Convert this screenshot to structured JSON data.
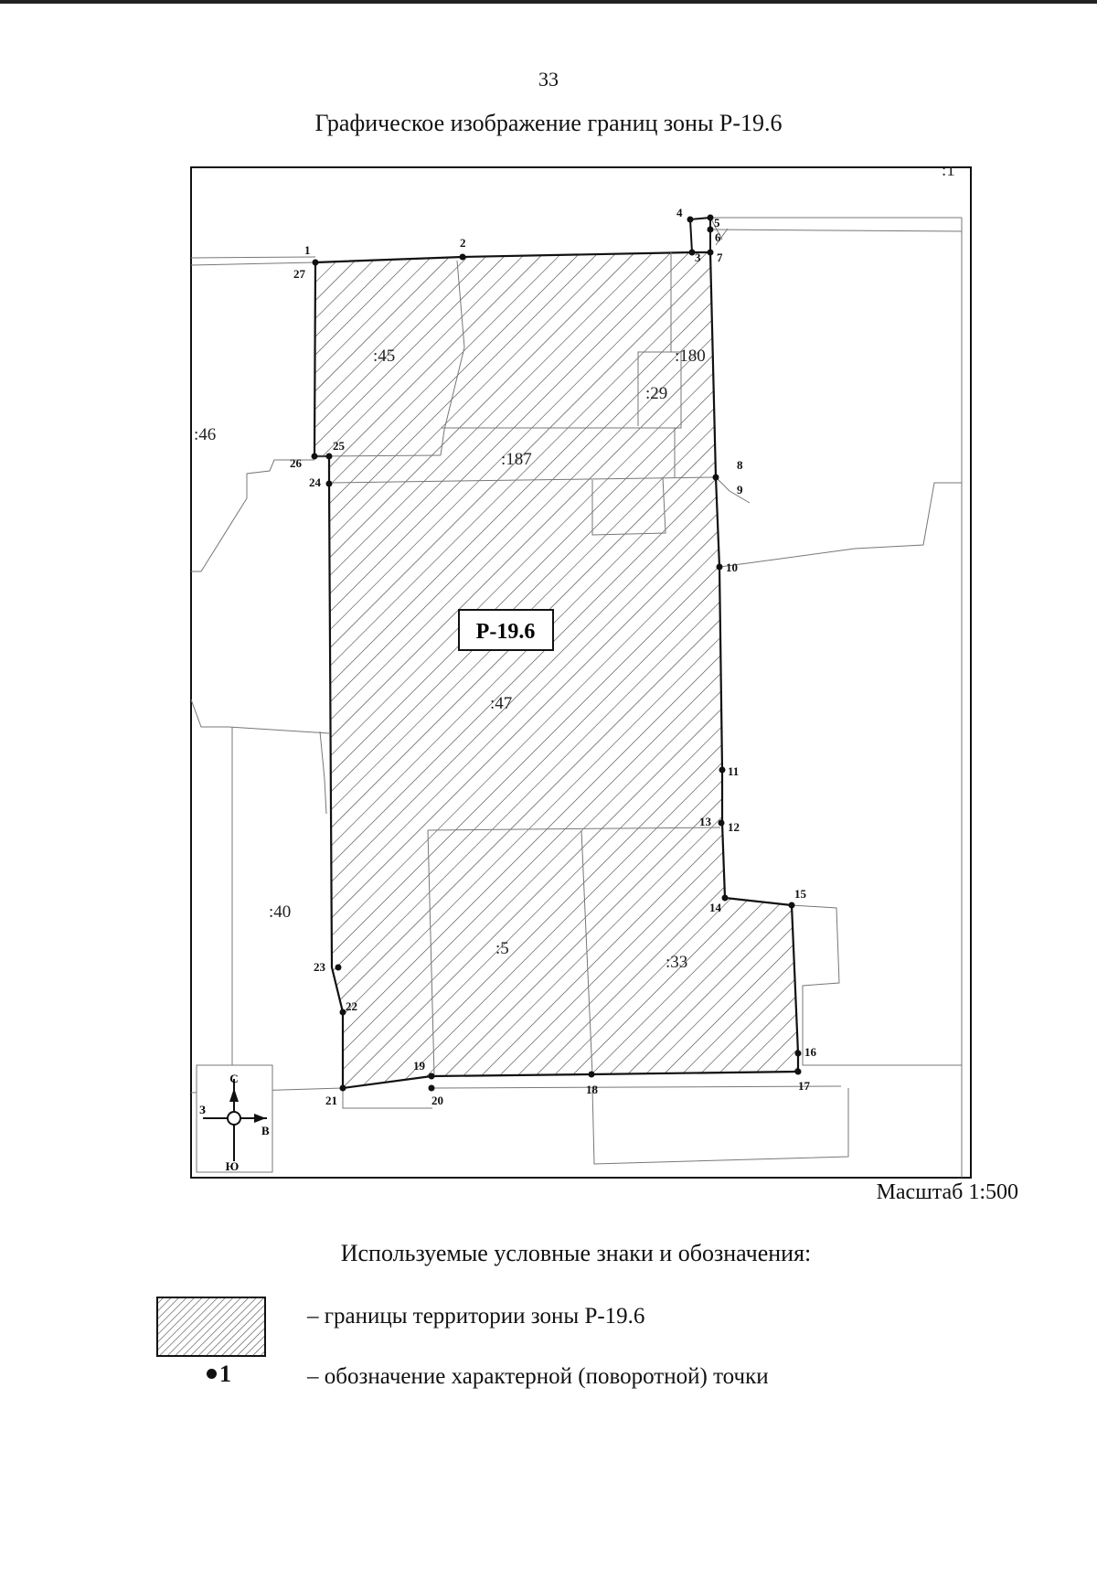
{
  "page_number": "33",
  "title": "Графическое изображение границ зоны Р-19.6",
  "zone_label": "Р-19.6",
  "scale": "Масштаб 1:500",
  "legend": {
    "heading": "Используемые условные знаки и обозначения:",
    "items": [
      {
        "symbol": "hatched-area",
        "text": "– границы территории зоны Р-19.6"
      },
      {
        "symbol": "point-marker",
        "marker_text": "1",
        "text": "– обозначение характерной (поворотной) точки"
      }
    ]
  },
  "parcels": [
    ":1",
    ":45",
    ":180",
    ":29",
    ":46",
    ":187",
    ":47",
    ":40",
    ":5",
    ":33"
  ],
  "points": [
    "1",
    "2",
    "3",
    "4",
    "5",
    "6",
    "7",
    "8",
    "9",
    "10",
    "11",
    "12",
    "13",
    "14",
    "15",
    "16",
    "17",
    "18",
    "19",
    "20",
    "21",
    "22",
    "23",
    "24",
    "25",
    "26",
    "27"
  ],
  "compass": {
    "north": "С",
    "south": "Ю",
    "west": "З",
    "east": "В"
  },
  "colors": {
    "ink": "#111111",
    "thin_line": "#777777",
    "hatch": "#333333"
  }
}
